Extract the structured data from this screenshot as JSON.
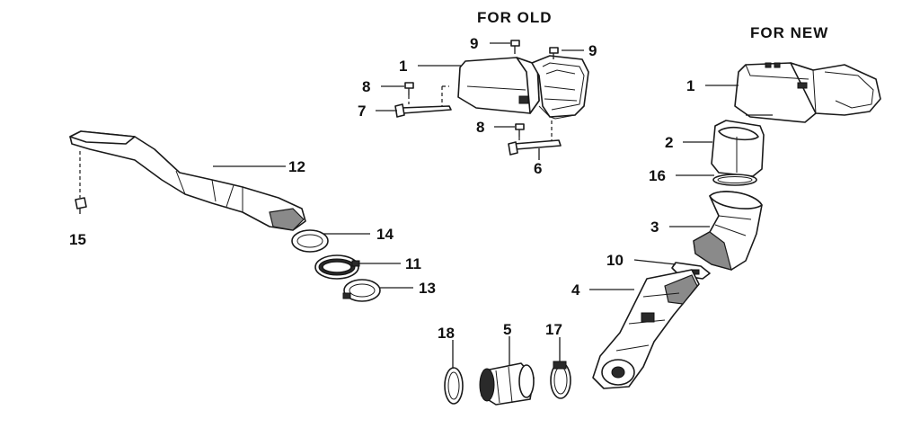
{
  "headers": {
    "old": "FOR OLD",
    "new": "FOR NEW"
  },
  "callouts": {
    "old_1": "1",
    "old_6": "6",
    "old_7": "7",
    "old_8a": "8",
    "old_8b": "8",
    "old_9a": "9",
    "old_9b": "9",
    "new_1": "1",
    "new_2": "2",
    "new_16": "16",
    "new_3": "3",
    "new_10": "10",
    "new_4": "4",
    "p12": "12",
    "p15": "15",
    "p14": "14",
    "p11": "11",
    "p13": "13",
    "p18": "18",
    "p5": "5",
    "p17": "17"
  }
}
